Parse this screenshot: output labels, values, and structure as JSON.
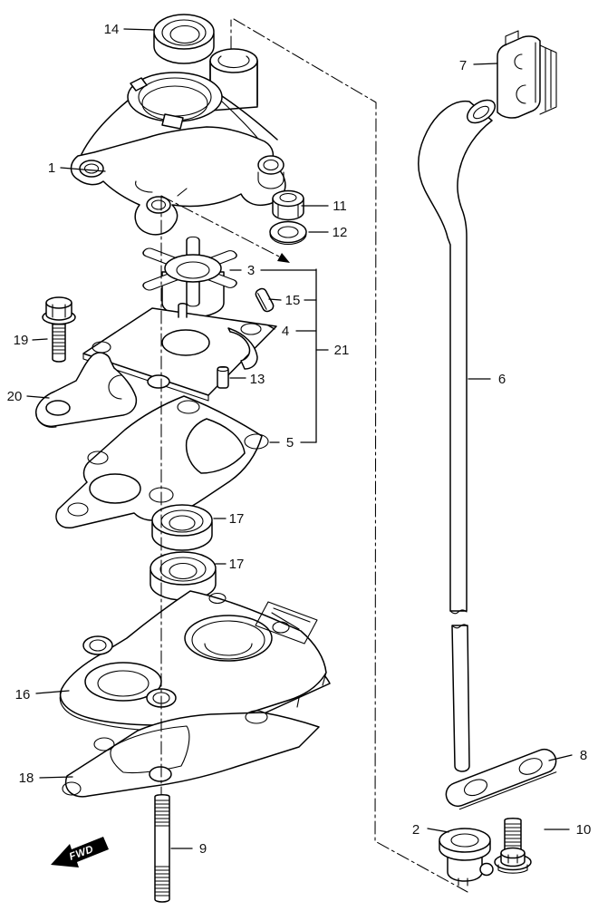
{
  "colors": {
    "ink": "#000000",
    "paper": "#ffffff"
  },
  "fwd_label": "FWD",
  "callouts": {
    "c1": "1",
    "c2": "2",
    "c3": "3",
    "c4": "4",
    "c5": "5",
    "c6": "6",
    "c7": "7",
    "c8": "8",
    "c9": "9",
    "c10": "10",
    "c11": "11",
    "c12": "12",
    "c13": "13",
    "c14": "14",
    "c15": "15",
    "c16": "16",
    "c17a": "17",
    "c17b": "17",
    "c18": "18",
    "c19": "19",
    "c20": "20",
    "c21": "21"
  }
}
